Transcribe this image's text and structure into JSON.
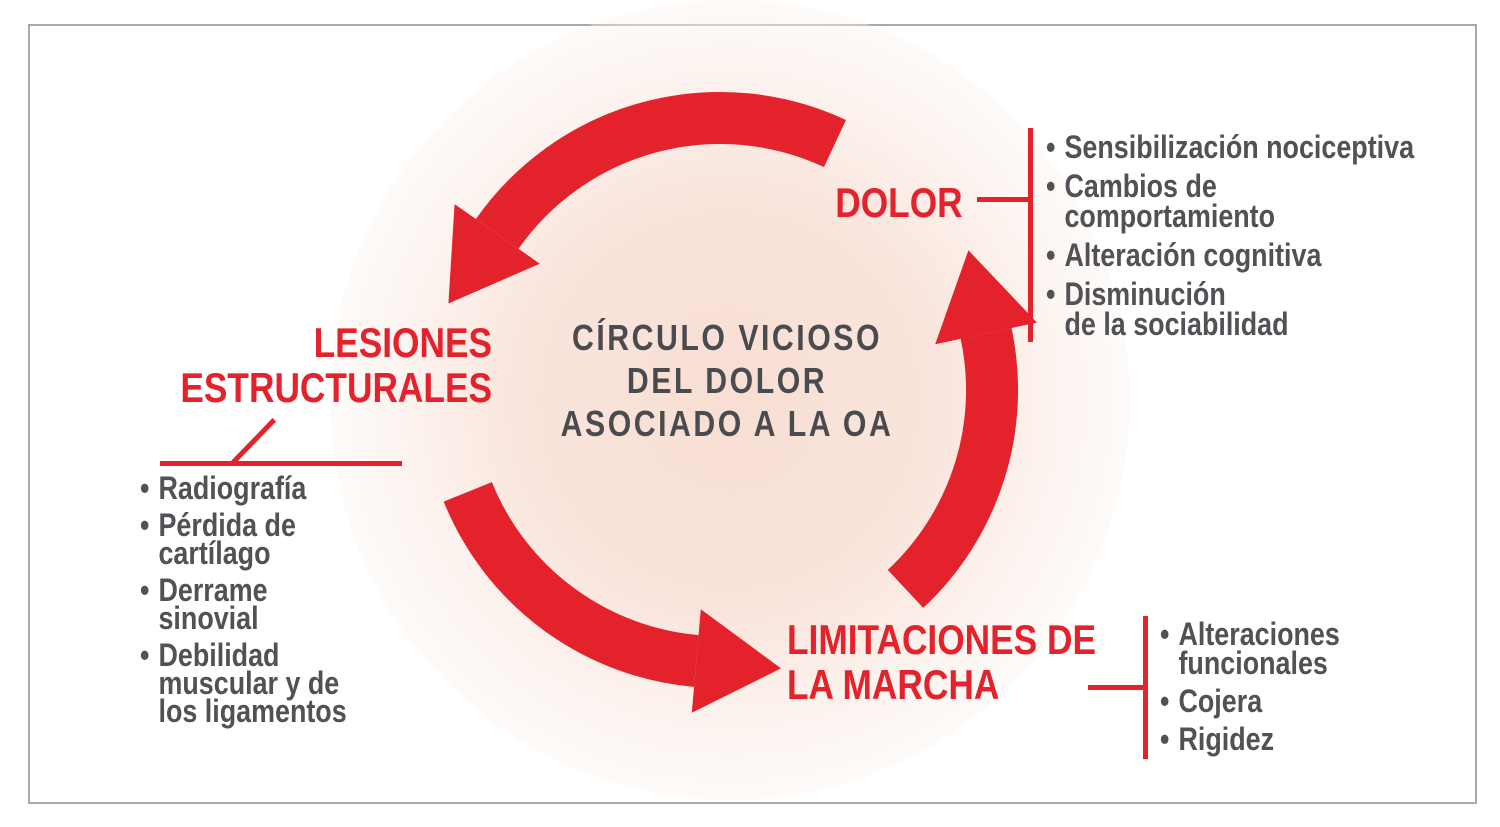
{
  "diagram": {
    "center_title": {
      "lines": [
        "CÍRCULO VICIOSO",
        "DEL DOLOR",
        "ASOCIADO A LA OA"
      ]
    },
    "nodes": {
      "dolor": {
        "label": "DOLOR",
        "items": [
          "Sensibilización nociceptiva",
          "Cambios de\ncomportamiento",
          "Alteración cognitiva",
          "Disminución\nde la sociabilidad"
        ]
      },
      "lesiones": {
        "label_lines": [
          "LESIONES",
          "ESTRUCTURALES"
        ],
        "items": [
          "Radiografía",
          "Pérdida de\ncartílago",
          "Derrame\nsinovial",
          "Debilidad\nmuscular y de\nlos ligamentos"
        ]
      },
      "limitaciones": {
        "label_lines": [
          "LIMITACIONES DE",
          "LA MARCHA"
        ],
        "items": [
          "Alteraciones\nfuncionales",
          "Cojera",
          "Rigidez"
        ]
      }
    },
    "colors": {
      "accent_red": "#e3222c",
      "text_gray": "#515156",
      "title_gray": "#4a4b4f",
      "glow_peach": "#f8ded3",
      "frame_border_gray": "#a9a9a9"
    }
  }
}
